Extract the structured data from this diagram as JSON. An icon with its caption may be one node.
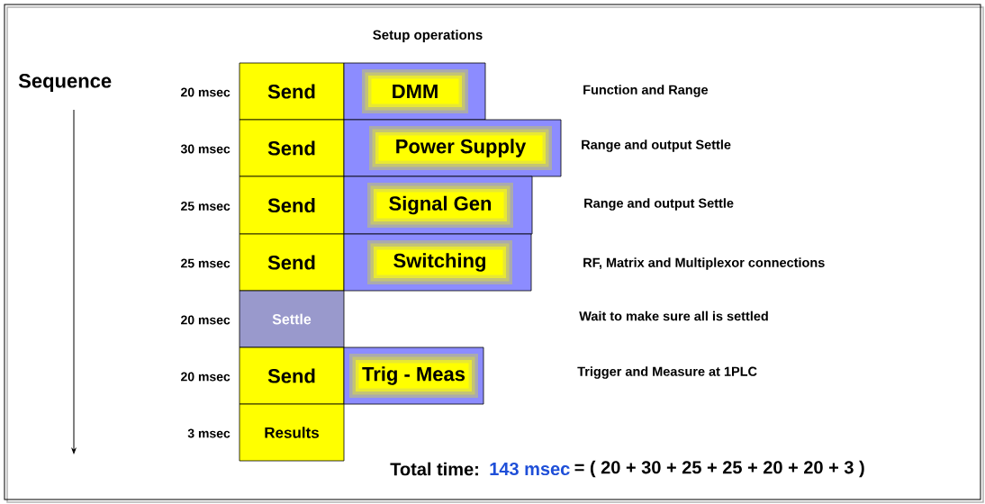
{
  "diagram": {
    "nodes": [
      {
        "text": [
          "Send"
        ],
        "beside": [
          "20 msec"
        ]
      },
      {
        "text": [
          "DMM"
        ]
      },
      {
        "text": [
          "Send"
        ],
        "beside": [
          "30 msec"
        ]
      },
      {
        "text": [
          "Power Supply"
        ]
      },
      {
        "text": [
          "Send"
        ],
        "beside": [
          "25 msec"
        ]
      },
      {
        "text": [
          "Signal Gen"
        ]
      },
      {
        "text": [
          "Send"
        ],
        "beside": [
          "25 msec"
        ]
      },
      {
        "text": [
          "Switching"
        ]
      },
      {
        "text": [
          "Settle"
        ],
        "beside": [
          "20 msec"
        ]
      },
      {
        "text": [
          "Send"
        ],
        "beside": [
          "20 msec"
        ]
      },
      {
        "text": [
          "Trig - Meas"
        ]
      },
      {
        "text": [
          "Results"
        ],
        "beside": [
          "3 msec"
        ]
      }
    ],
    "labels": [
      "Setup operations",
      "Sequence",
      "Function and Range",
      "Range and output Settle",
      "Range and output Settle",
      "RF, Matrix and Multiplexor connections",
      "Wait to make sure all is settled",
      "Trigger and Measure at 1PLC",
      "Total time:",
      "143 msec",
      "= ( 20 + 30 + 25 + 25 + 20 + 20 + 3 )"
    ]
  }
}
